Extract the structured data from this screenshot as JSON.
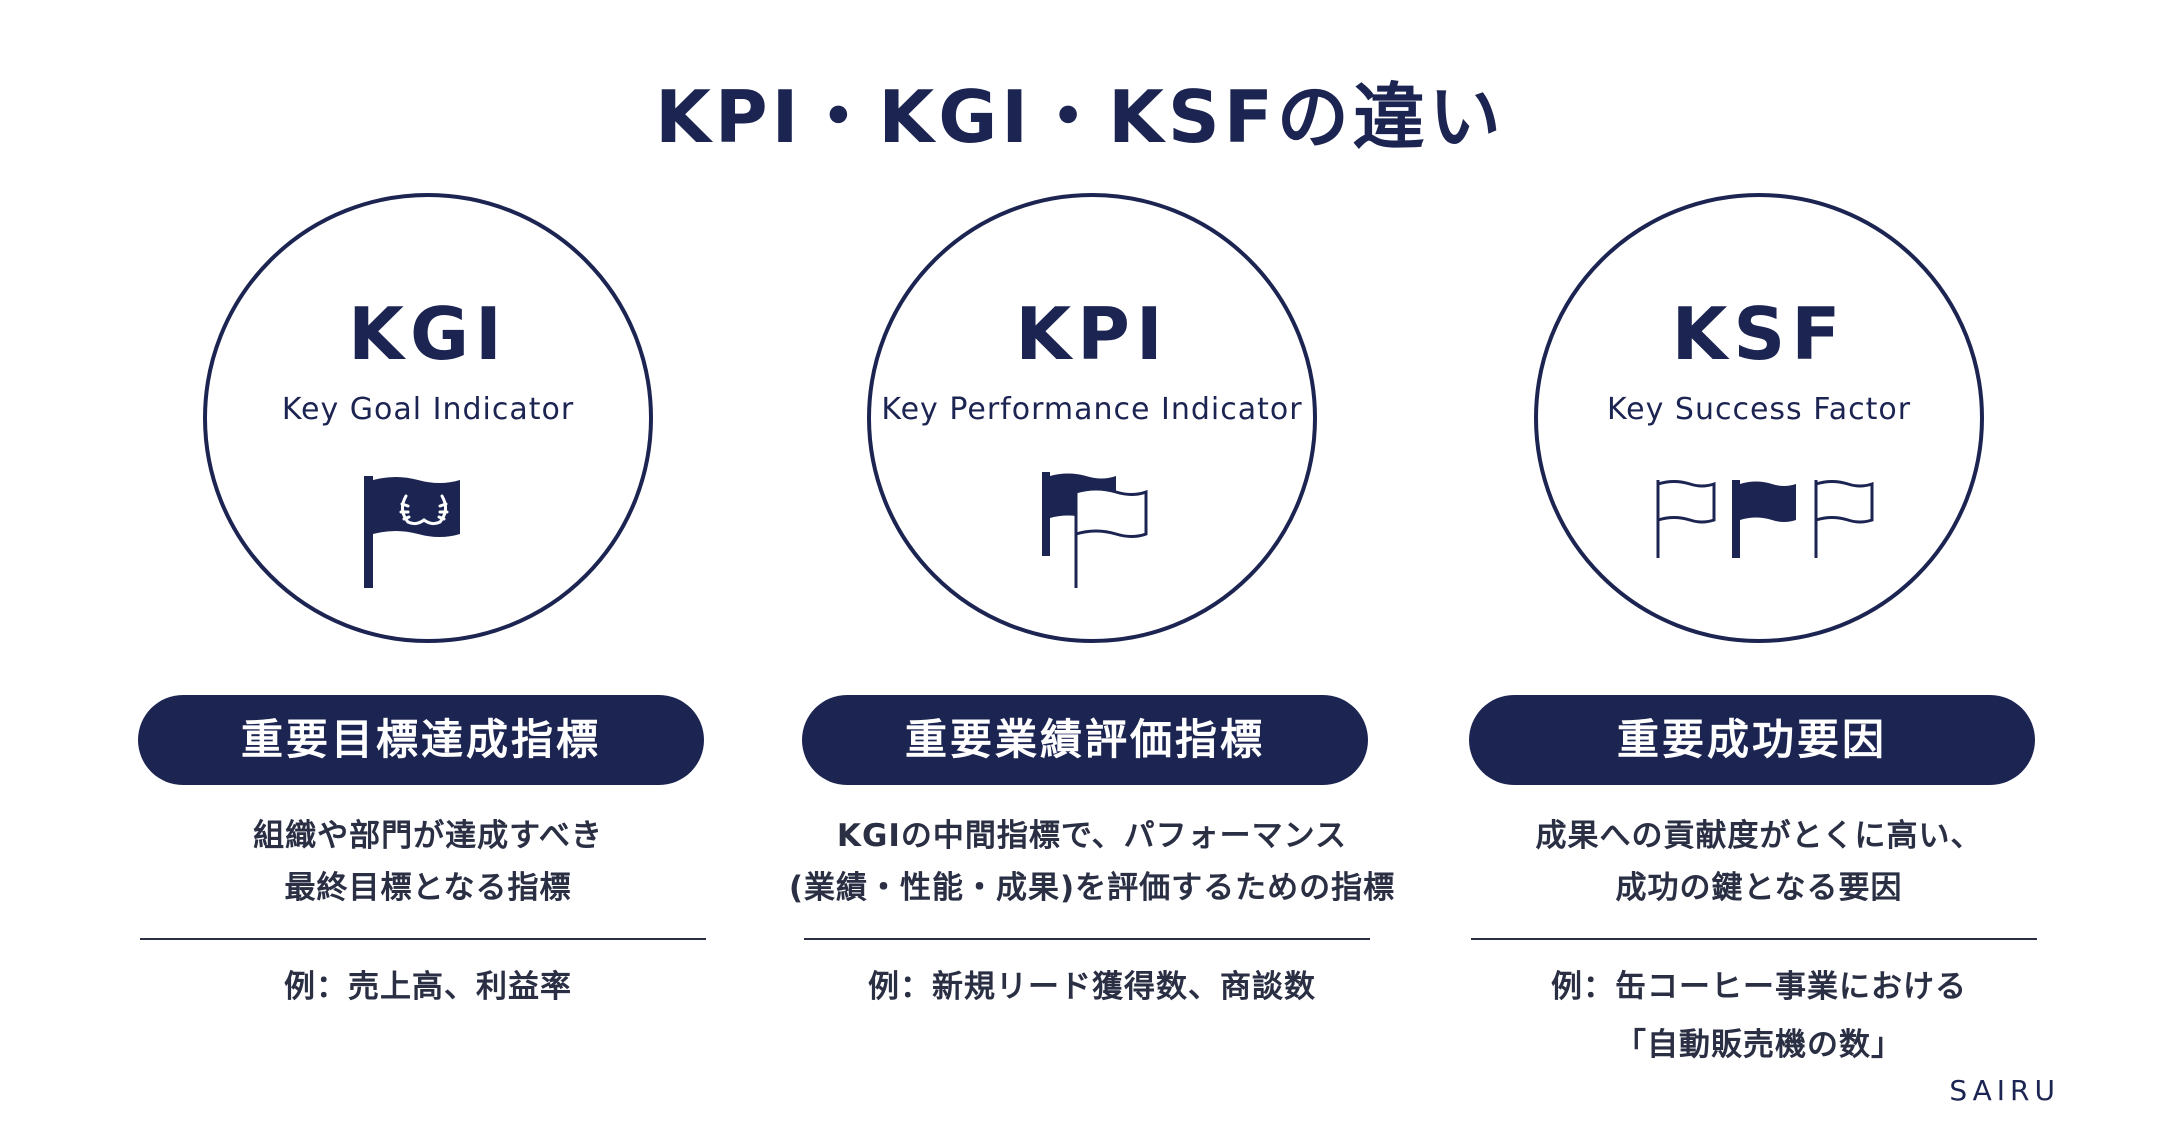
{
  "title": "KPI・KGI・KSFの違い",
  "colors": {
    "navy": "#1c2452",
    "text": "#2a2f44",
    "background": "#ffffff"
  },
  "columns": [
    {
      "abbr": "KGI",
      "fullname": "Key Goal Indicator",
      "icon": "laurel-flag-icon",
      "label": "重要目標達成指標",
      "desc": [
        "組織や部門が達成すべき",
        "最終目標となる指標"
      ],
      "example": [
        "例：売上高、利益率"
      ]
    },
    {
      "abbr": "KPI",
      "fullname": "Key Performance Indicator",
      "icon": "two-flags-icon",
      "label": "重要業績評価指標",
      "desc": [
        "KGIの中間指標で、パフォーマンス",
        "(業績・性能・成果)を評価するための指標"
      ],
      "example": [
        "例：新規リード獲得数、商談数"
      ]
    },
    {
      "abbr": "KSF",
      "fullname": "Key Success Factor",
      "icon": "three-flags-icon",
      "label": "重要成功要因",
      "desc": [
        "成果への貢献度がとくに高い、",
        "成功の鍵となる要因"
      ],
      "example": [
        "例：缶コーヒー事業における",
        "「自動販売機の数」"
      ]
    }
  ],
  "logo": "SAIRU"
}
